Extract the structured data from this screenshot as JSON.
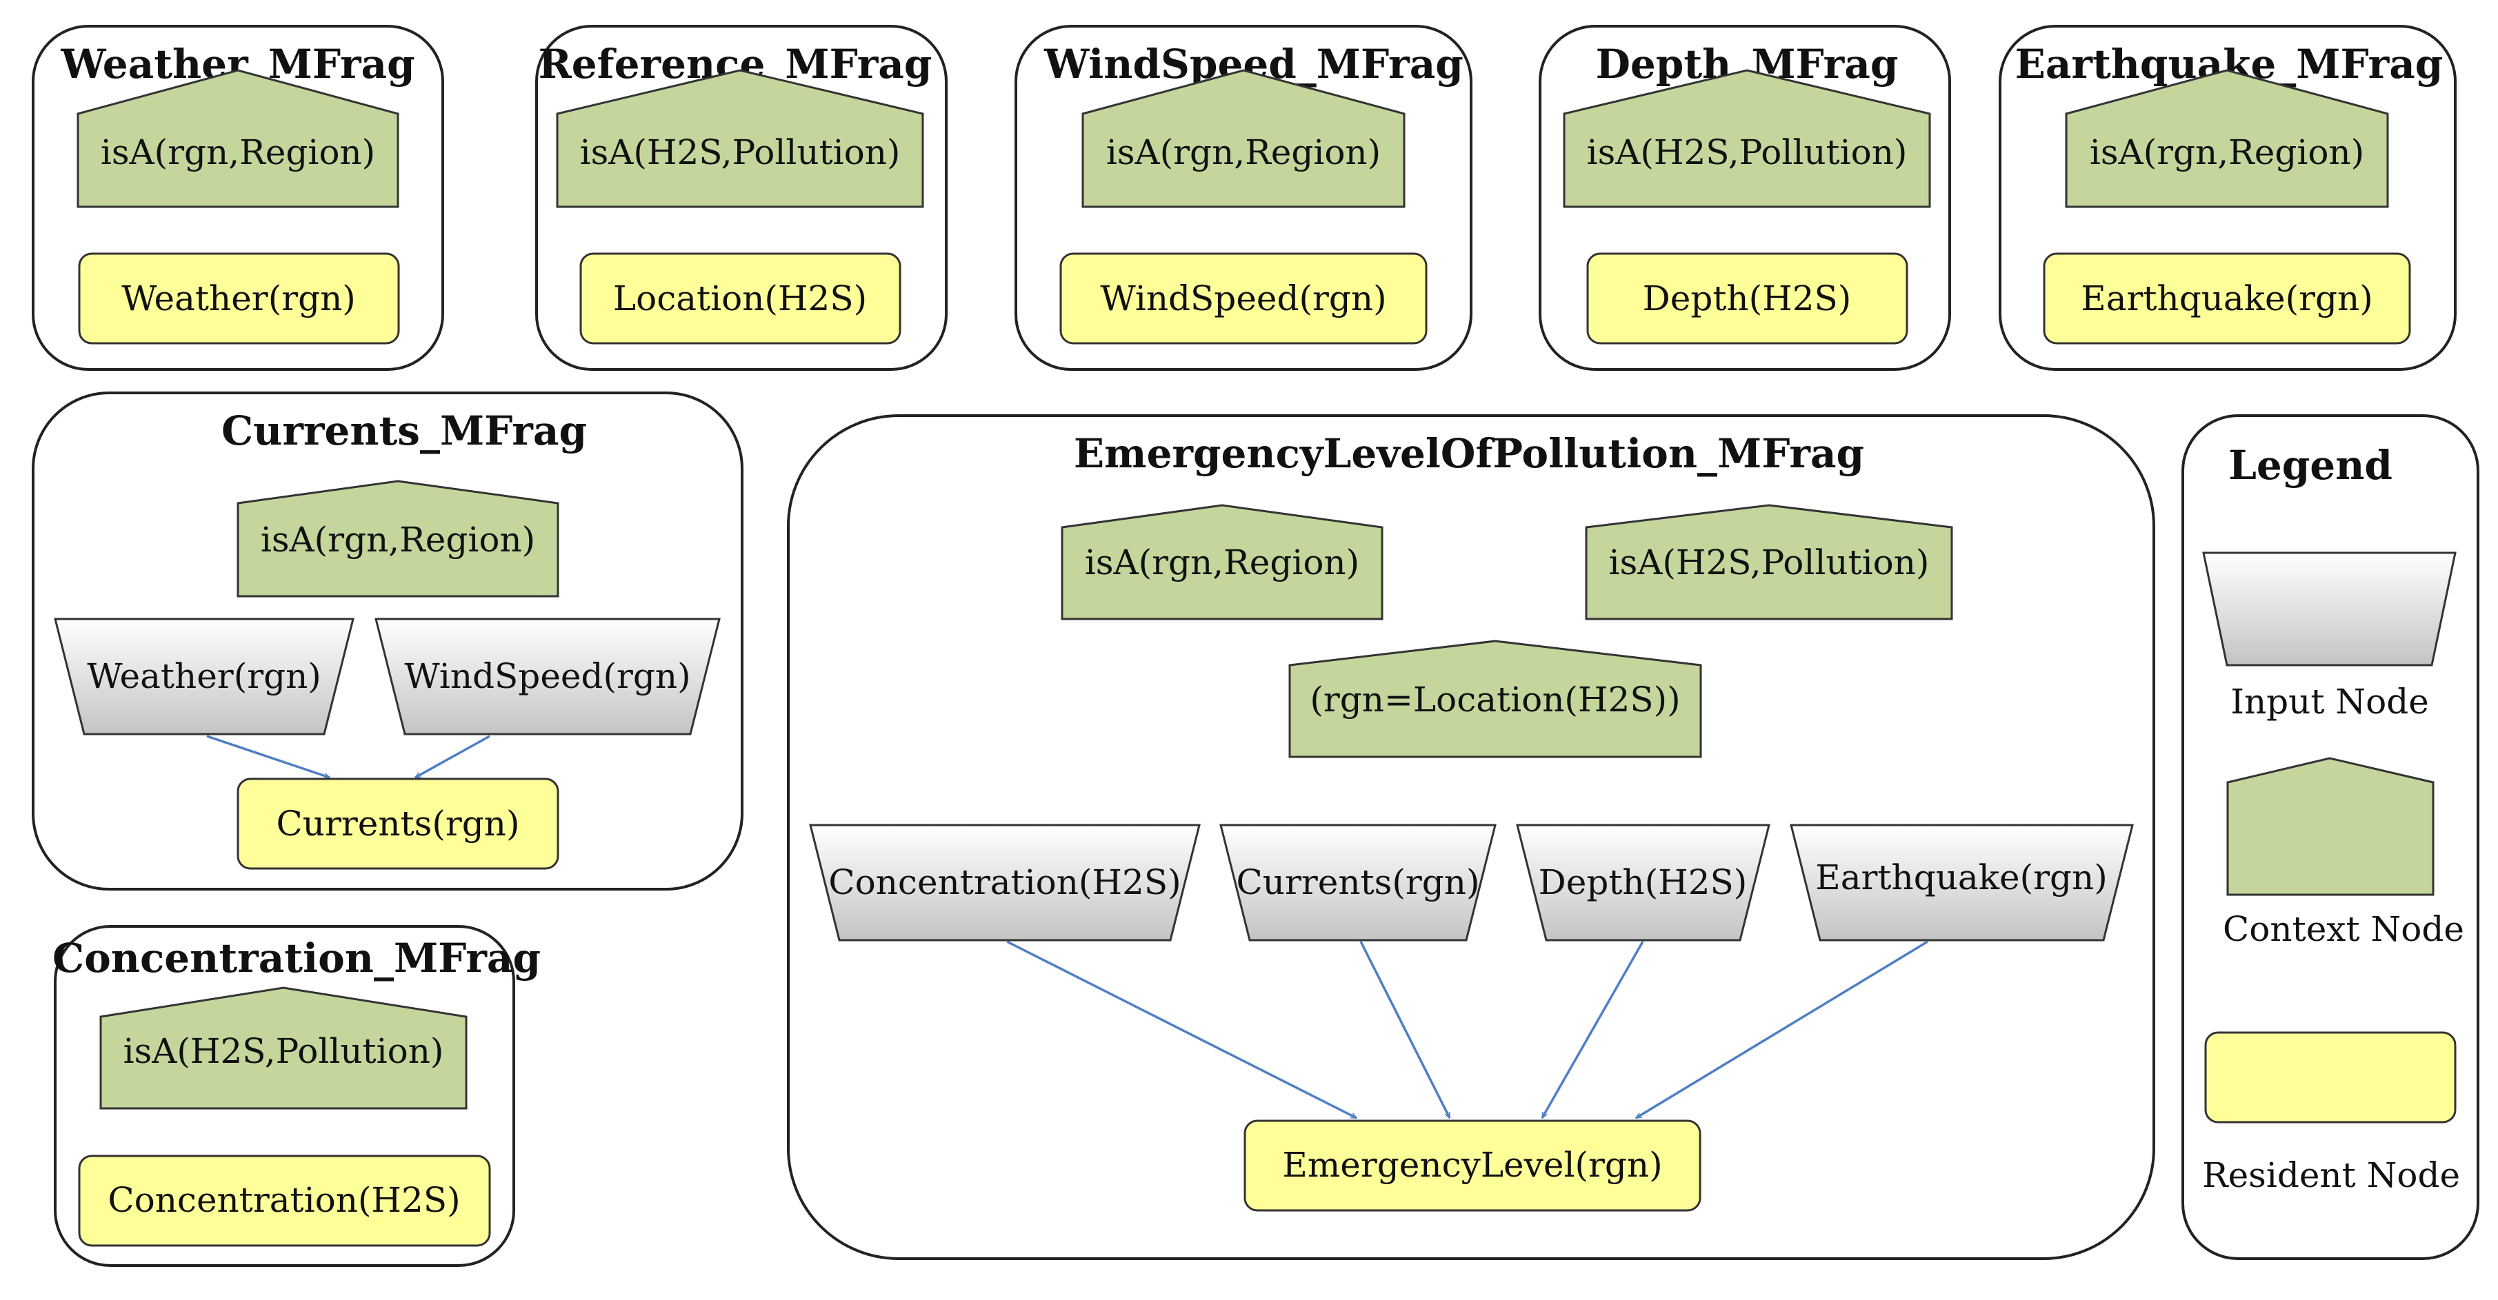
{
  "colors": {
    "context_node": "#c4d69c",
    "resident_node": "#ffff99",
    "input_node_top": "#ffffff",
    "input_node_bottom": "#c8c8c8",
    "edge": "#4f7fc4",
    "frame_stroke": "#222222"
  },
  "mfrags": {
    "weather": {
      "title": "Weather_MFrag",
      "context": "isA(rgn,Region)",
      "resident": "Weather(rgn)"
    },
    "reference": {
      "title": "Reference_MFrag",
      "context": "isA(H2S,Pollution)",
      "resident": "Location(H2S)"
    },
    "windspeed": {
      "title": "WindSpeed_MFrag",
      "context": "isA(rgn,Region)",
      "resident": "WindSpeed(rgn)"
    },
    "depth": {
      "title": "Depth_MFrag",
      "context": "isA(H2S,Pollution)",
      "resident": "Depth(H2S)"
    },
    "earthquake": {
      "title": "Earthquake_MFrag",
      "context": "isA(rgn,Region)",
      "resident": "Earthquake(rgn)"
    },
    "currents": {
      "title": "Currents_MFrag",
      "context": "isA(rgn,Region)",
      "inputs": [
        "Weather(rgn)",
        "WindSpeed(rgn)"
      ],
      "resident": "Currents(rgn)"
    },
    "concentration": {
      "title": "Concentration_MFrag",
      "context": "isA(H2S,Pollution)",
      "resident": "Concentration(H2S)"
    },
    "emergency": {
      "title": "EmergencyLevelOfPollution_MFrag",
      "contexts": [
        "isA(rgn,Region)",
        "isA(H2S,Pollution)",
        "(rgn=Location(H2S))"
      ],
      "inputs": [
        "Concentration(H2S)",
        "Currents(rgn)",
        "Depth(H2S)",
        "Earthquake(rgn)"
      ],
      "resident": "EmergencyLevel(rgn)"
    }
  },
  "legend": {
    "title": "Legend",
    "input_label": "Input Node",
    "context_label": "Context Node",
    "resident_label": "Resident Node"
  }
}
